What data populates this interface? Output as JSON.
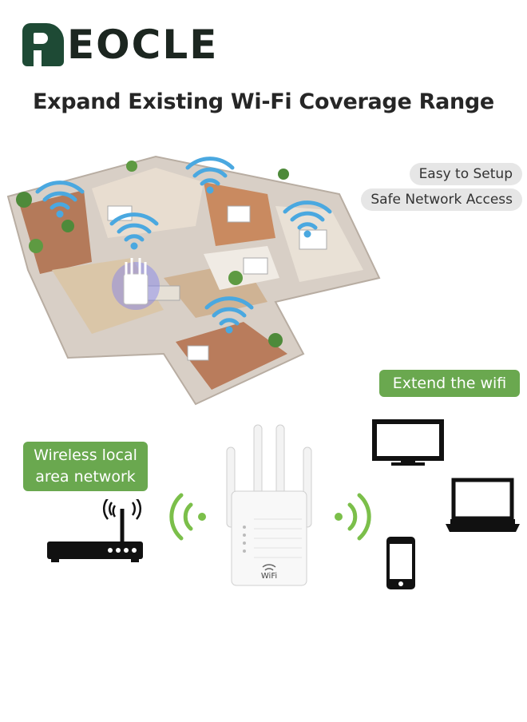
{
  "brand": {
    "name": "REOCLE",
    "logo_letter": "R",
    "logo_rest": "EOCLE",
    "primary_color": "#1e4a35"
  },
  "headline": "Expand Existing Wi-Fi Coverage Range",
  "badges": {
    "easy_setup": "Easy to Setup",
    "safe_access": "Safe Network Access",
    "extend_wifi": "Extend the wifi",
    "wireless_local": "Wireless local area network"
  },
  "extender": {
    "label": "WiFi"
  },
  "colors": {
    "accent_green": "#6aa84f",
    "wifi_blue": "#4aa8e0",
    "signal_green": "#7bbf4a",
    "device_black": "#111111"
  },
  "icons": [
    "wifi-icon",
    "router-icon",
    "monitor-icon",
    "laptop-icon",
    "phone-icon",
    "signal-wave-icon"
  ]
}
